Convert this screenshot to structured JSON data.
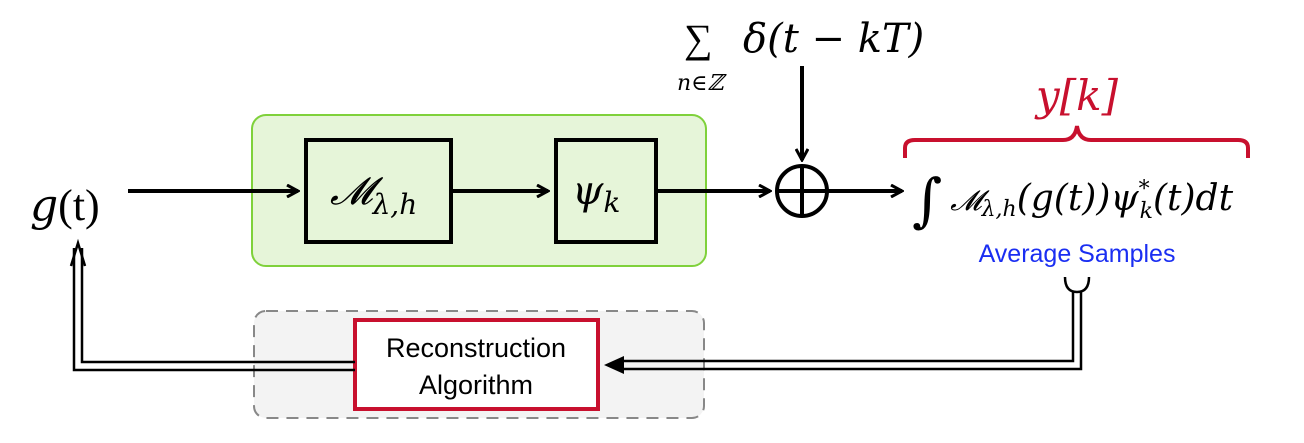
{
  "diagram": {
    "input_signal": {
      "func": "g",
      "arg": "(t)"
    },
    "modulo_block": {
      "symbol": "𝓜",
      "subscript": "λ,h"
    },
    "kernel_block": {
      "symbol": "ψ",
      "subscript": "k"
    },
    "impulse_train": {
      "sum_symbol": "∑",
      "sum_index": "n∈ℤ",
      "expression": "δ(t − kT)"
    },
    "output_label": "y[k]",
    "output_expression": {
      "integral": "∫",
      "operator": "𝓜",
      "operator_sub": "λ,h",
      "inner": "(g(t))",
      "kernel": "ψ",
      "kernel_sup": "*",
      "kernel_sub": "k",
      "tail": "(t)dt"
    },
    "samples_label": "Average Samples",
    "reconstruction_block": {
      "line1": "Reconstruction",
      "line2": "Algorithm"
    },
    "colors": {
      "acquisition_fill": "#e6f5d9",
      "acquisition_border": "#7fd13b",
      "reconstruction_fill": "#f3f3f3",
      "reconstruction_border": "#888888",
      "algorithm_border": "#c8102e",
      "label_red": "#c8102e",
      "label_blue": "#1a2ef2"
    }
  }
}
